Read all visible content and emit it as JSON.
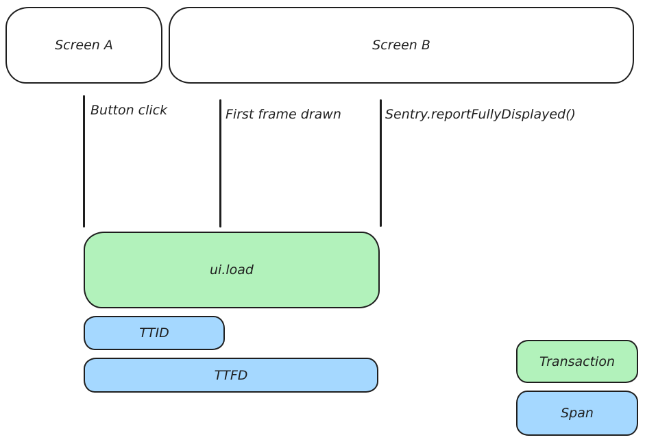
{
  "diagram": {
    "screens": [
      {
        "label": "Screen A"
      },
      {
        "label": "Screen B"
      }
    ],
    "markers": [
      {
        "label": "Button click"
      },
      {
        "label": "First frame drawn"
      },
      {
        "label": "Sentry.reportFullyDisplayed()"
      }
    ],
    "bars": [
      {
        "label": "ui.load",
        "kind": "transaction"
      },
      {
        "label": "TTID",
        "kind": "span"
      },
      {
        "label": "TTFD",
        "kind": "span"
      }
    ],
    "legend": [
      {
        "label": "Transaction",
        "kind": "transaction"
      },
      {
        "label": "Span",
        "kind": "span"
      }
    ],
    "colors": {
      "transaction_fill": "#b2f2bb",
      "span_fill": "#a5d8ff",
      "stroke": "#1e1e1e",
      "background": "#ffffff"
    }
  }
}
